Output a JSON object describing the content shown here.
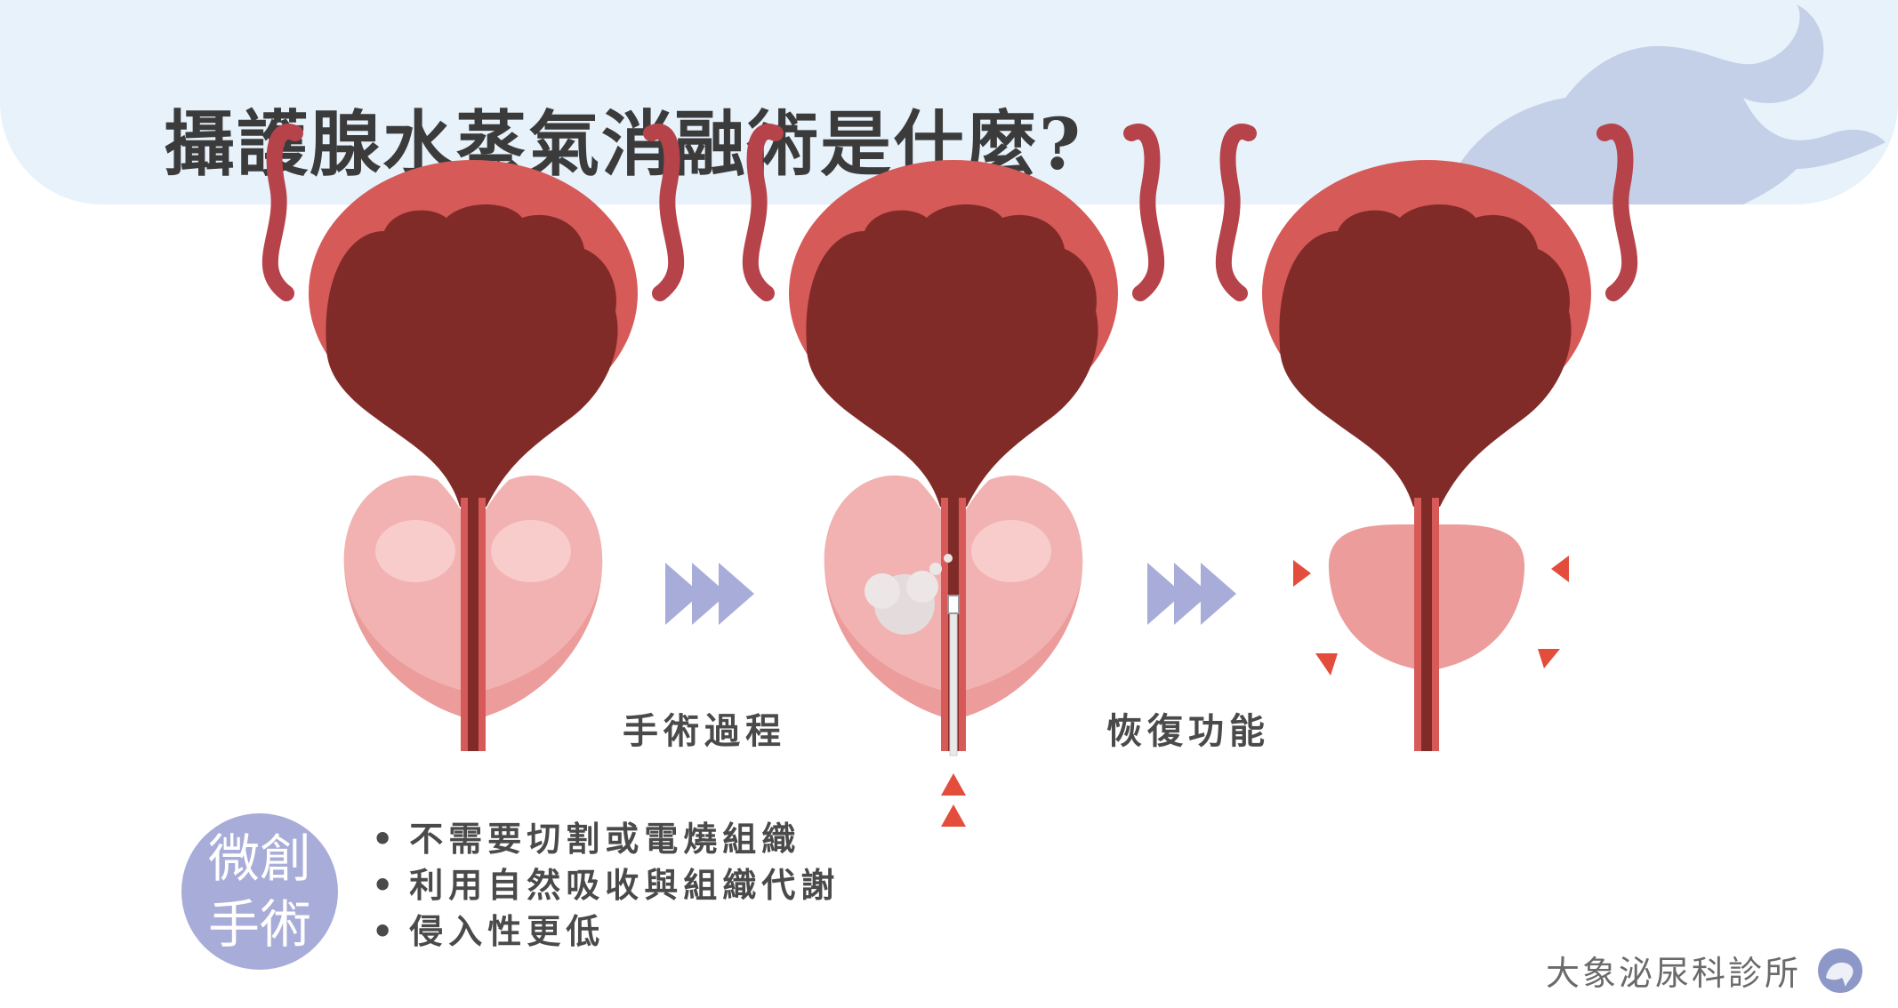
{
  "header": {
    "title": "攝護腺水蒸氣消融術是什麼?"
  },
  "steps": {
    "surgery_label": "手術過程",
    "recovery_label": "恢復功能"
  },
  "badge": {
    "line1": "微創",
    "line2": "手術"
  },
  "benefits": [
    "不需要切割或電燒組織",
    "利用自然吸收與組織代謝",
    "侵入性更低"
  ],
  "footer": {
    "clinic_name": "大象泌尿科診所"
  },
  "colors": {
    "header_bg": "#e7f2fb",
    "bladder_wall": "#d55a58",
    "bladder_inner": "#812b29",
    "prostate": "#f1b2b1",
    "prostate_shrunk": "#eb9c9b",
    "arrow": "#a8acd8",
    "accent_triangle": "#e44c3c",
    "badge": "#a8acd8"
  }
}
